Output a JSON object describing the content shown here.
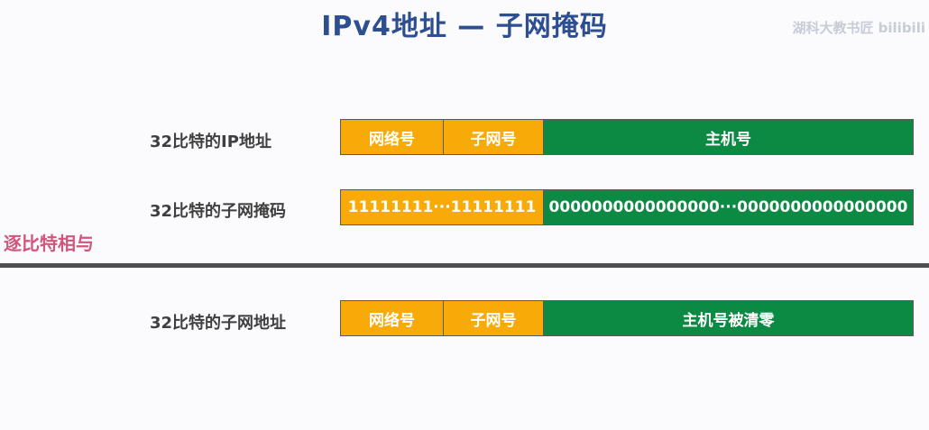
{
  "title": "IPv4地址 — 子网掩码",
  "watermark": "湖科大教书匠 bilibili",
  "side_note": "逐比特相与",
  "rows": [
    {
      "label": "32比特的IP地址",
      "segments": [
        "网络号",
        "子网号",
        "主机号"
      ]
    },
    {
      "label": "32比特的子网掩码",
      "segments": [
        "11111111···11111111",
        "0000000000000000···0000000000000000"
      ]
    },
    {
      "label": "32比特的子网地址",
      "segments": [
        "网络号",
        "子网号",
        "主机号被清零"
      ]
    }
  ],
  "colors": {
    "title": "#2d4e91",
    "orange": "#f8aa08",
    "green": "#0c8a43",
    "side_note": "#d0567b",
    "divider": "#4f4f4f"
  }
}
